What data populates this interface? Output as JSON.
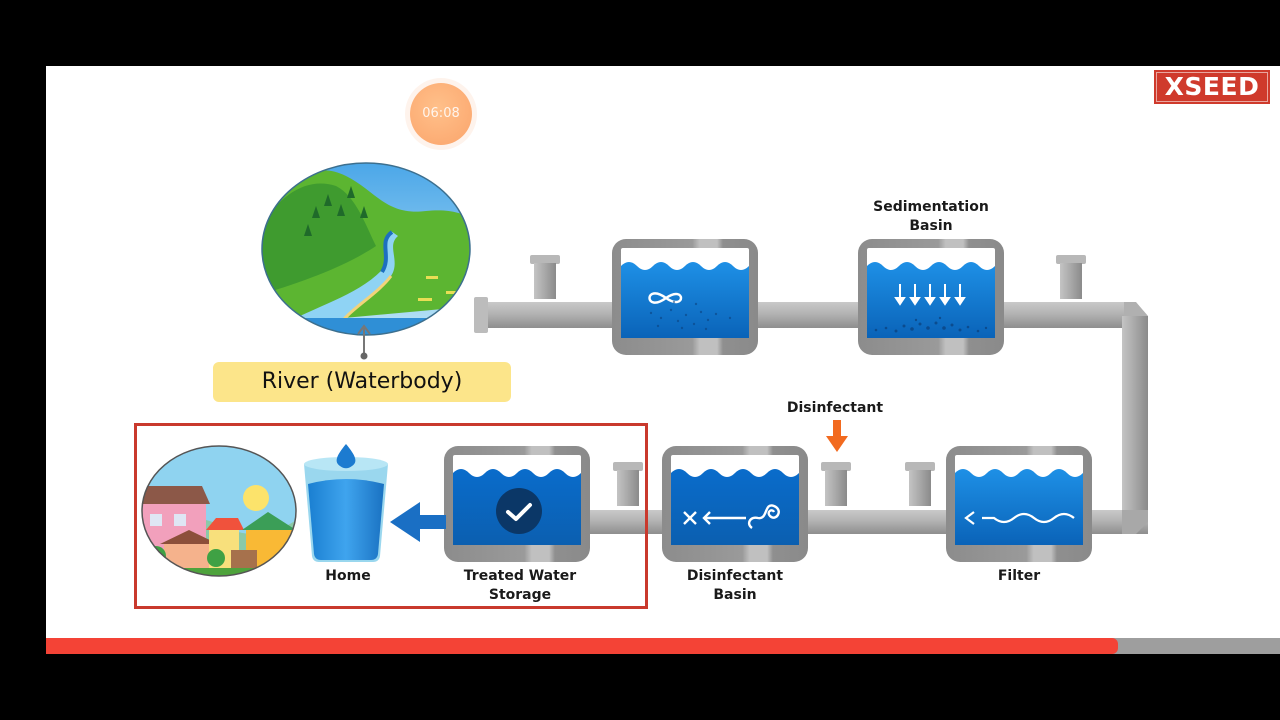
{
  "brand": {
    "logo_text": "XSEED",
    "logo_color": "#cf3a2c"
  },
  "player": {
    "timer_text": "06:08",
    "progress": 0.869,
    "progress_color": "#f44336",
    "track_color": "#9e9e9e"
  },
  "diagram": {
    "title_source": "River (Waterbody)",
    "stages": [
      {
        "id": "coagulation",
        "label": "",
        "icon": "mixing-infinity-arrows-icon"
      },
      {
        "id": "sedimentation",
        "label_line1": "Sedimentation",
        "label_line2": "Basin",
        "icon": "down-arrows-settling-icon"
      },
      {
        "id": "filter",
        "label_line1": "Filter",
        "icon": "wavy-arrow-left-icon"
      },
      {
        "id": "disinfectant-basin",
        "label_line1": "Disinfectant",
        "label_line2": "Basin",
        "icon": "germ-kill-arrow-icon"
      },
      {
        "id": "treated-storage",
        "label_line1": "Treated Water",
        "label_line2": "Storage",
        "icon": "checkmark-icon"
      },
      {
        "id": "home",
        "label_line1": "Home",
        "icon": "water-glass-icon"
      }
    ],
    "disinfectant_input_label": "Disinfectant",
    "colors": {
      "water": "#0a78d1",
      "pipe": "#a9a9a9",
      "highlight": "#c9392d",
      "label_bg": "#fce58a",
      "disinfectant_arrow": "#f26a1f"
    }
  }
}
